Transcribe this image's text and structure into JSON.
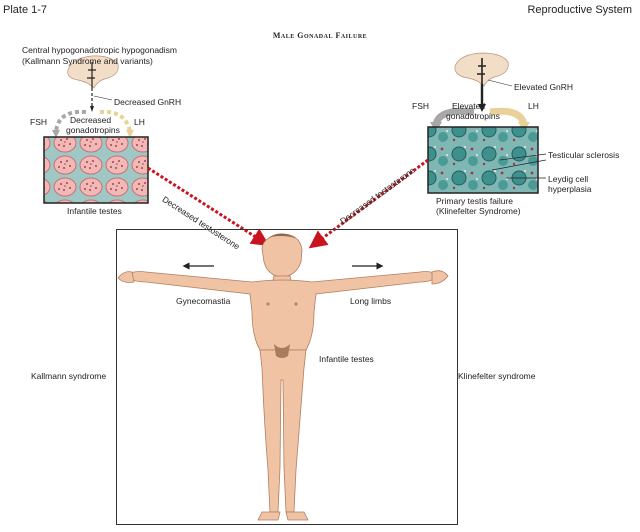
{
  "header": {
    "plate": "Plate 1-7",
    "section": "Reproductive System"
  },
  "title": "Male Gonadal Failure",
  "left_panel": {
    "condition_line1": "Central hypogonadotropic hypogonadism",
    "condition_line2": "(Kallmann Syndrome and variants)",
    "gnrh": "Decreased GnRH",
    "fsh": "FSH",
    "lh": "LH",
    "gonadotropins_line1": "Decreased",
    "gonadotropins_line2": "gonadotropins",
    "testes": "Infantile testes",
    "arrow_label": "Decreased testosterone"
  },
  "right_panel": {
    "gnrh": "Elevated GnRH",
    "fsh": "FSH",
    "lh": "LH",
    "gonadotropins_line1": "Elevated",
    "gonadotropins_line2": "gonadotropins",
    "sclerosis": "Testicular sclerosis",
    "leydig_line1": "Leydig cell",
    "leydig_line2": "hyperplasia",
    "failure_line1": "Primary testis failure",
    "failure_line2": "(Klinefelter Syndrome)",
    "arrow_label": "Decreased testosterone"
  },
  "figure": {
    "gynecomastia": "Gynecomastia",
    "long_limbs": "Long limbs",
    "infantile_testes": "Infantile testes",
    "kallmann": "Kallmann syndrome",
    "klinefelter": "Klinefelter syndrome"
  },
  "colors": {
    "dotted_arrow": "#c8141e",
    "fsh_arrow": "#a8a8a8",
    "lh_arrow": "#e8d29a",
    "skin": "#efc3a3"
  }
}
